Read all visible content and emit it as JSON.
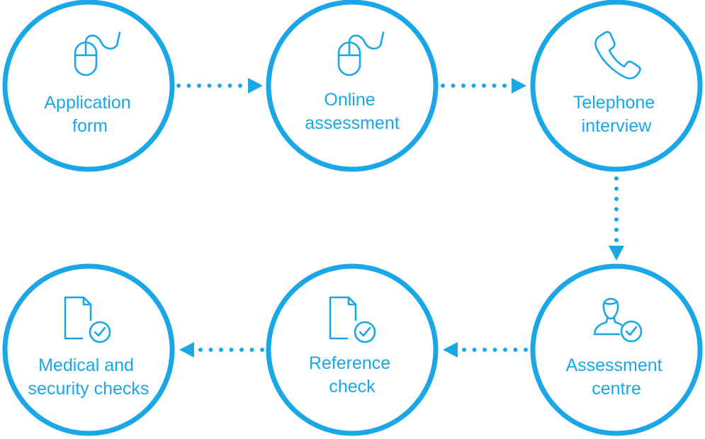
{
  "colors": {
    "accent": "#1aa7e8",
    "background": "#ffffff"
  },
  "steps": [
    {
      "icon": "mouse-icon",
      "lines": [
        "Application",
        "form"
      ]
    },
    {
      "icon": "mouse-icon",
      "lines": [
        "Online",
        "assessment"
      ]
    },
    {
      "icon": "telephone-icon",
      "lines": [
        "Telephone",
        "interview"
      ]
    },
    {
      "icon": "person-check-icon",
      "lines": [
        "Assessment",
        "centre"
      ]
    },
    {
      "icon": "document-check-icon",
      "lines": [
        "Reference",
        "check"
      ]
    },
    {
      "icon": "document-check-icon",
      "lines": [
        "Medical and",
        "security checks"
      ]
    }
  ]
}
